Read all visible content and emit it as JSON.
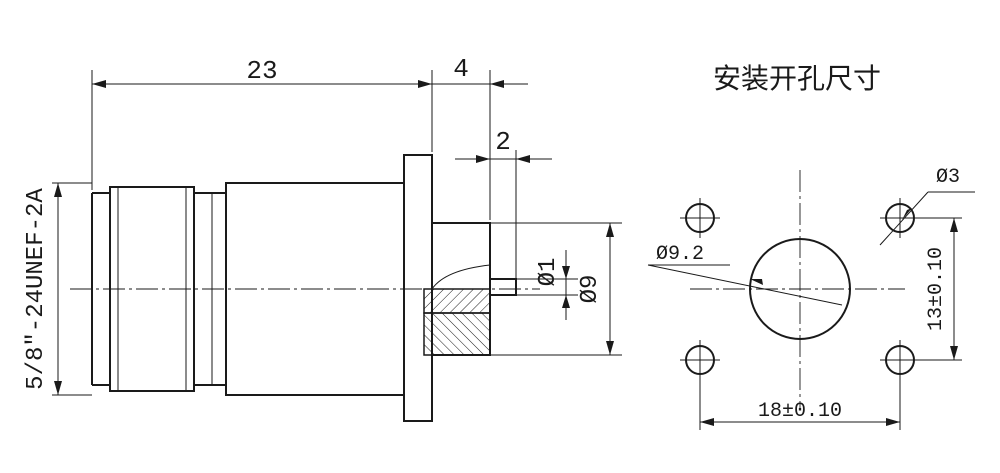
{
  "side_view": {
    "dims": {
      "length_23": "23",
      "length_4": "4",
      "length_2": "2",
      "dia_1": "Ø1",
      "dia_9": "Ø9",
      "thread": "5/8″-24UNEF-2A"
    }
  },
  "panel_cutout": {
    "title": "安装开孔尺寸",
    "hole_dia": "Ø3",
    "center_dia": "Ø9.2",
    "spacing_vertical": "13±0.10",
    "spacing_horizontal": "18±0.10"
  }
}
